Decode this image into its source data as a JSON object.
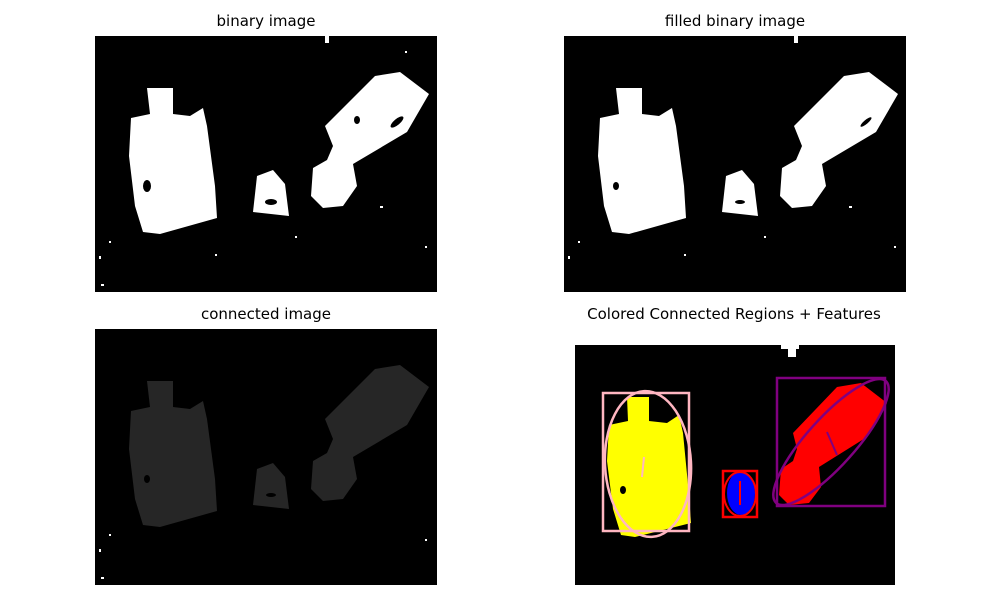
{
  "panels": [
    {
      "title": "binary image"
    },
    {
      "title": "filled binary image"
    },
    {
      "title": "connected image"
    },
    {
      "title": "Colored Connected Regions + Features"
    }
  ],
  "colors": {
    "background": "#000000",
    "foreground": "#ffffff",
    "connected_gray": "#262626",
    "region_1": "#ffff00",
    "region_2": "#0000ff",
    "region_3": "#ff0000",
    "box_1": "#ffb6c1",
    "box_2": "#ff0000",
    "box_3": "#800080",
    "ellipse_1": "#ffb6c1",
    "ellipse_2": "#ff0000",
    "ellipse_3": "#800080"
  }
}
